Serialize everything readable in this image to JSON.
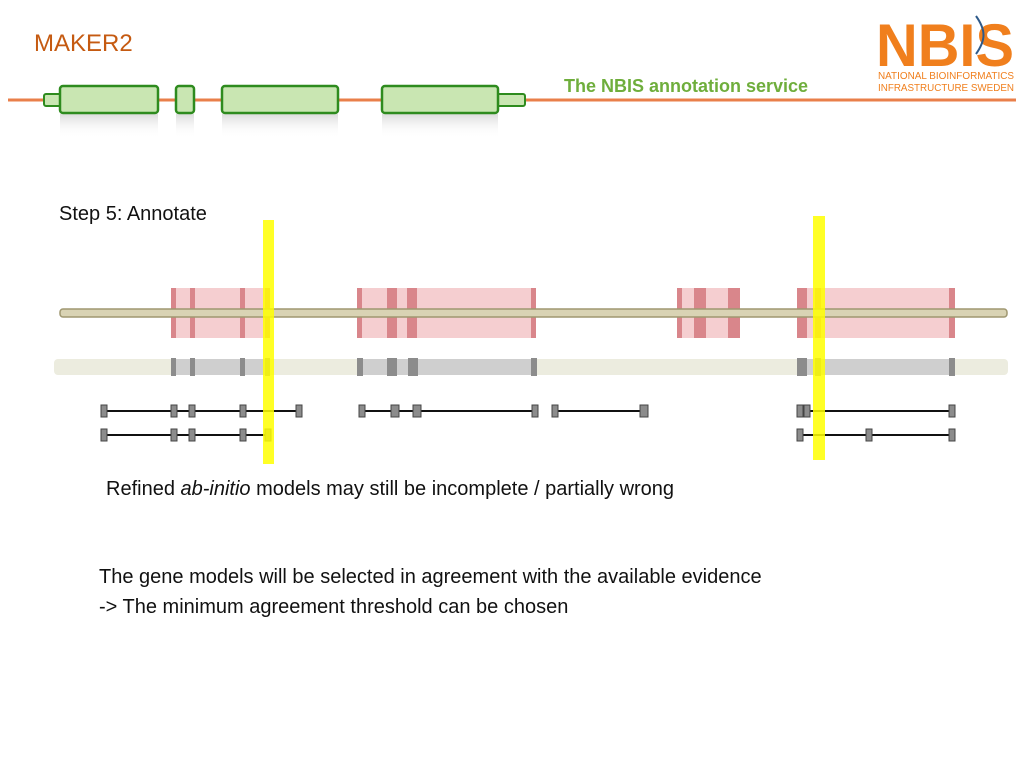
{
  "header": {
    "title": "MAKER2",
    "tagline": "The NBIS annotation service",
    "logo": {
      "wordmark": "NBIS",
      "line1": "NATIONAL BIOINFORMATICS",
      "line2": "INFRASTRUCTURE SWEDEN"
    }
  },
  "step_label": "Step 5: Annotate",
  "caption": {
    "prefix": "Refined ",
    "italic": "ab-initio",
    "suffix": " models may still be incomplete / partially wrong"
  },
  "description": {
    "line1": "The gene models will be selected in agreement with the available evidence",
    "line2": "-> The minimum agreement threshold can be chosen"
  },
  "colors": {
    "title": "#c55a11",
    "tagline": "#6fae3c",
    "exon_fill": "#c9e6b2",
    "exon_stroke": "#2e8b1e",
    "evidence_pink": "#f3c6c8",
    "evidence_mark": "#d9868b",
    "highlight": "#ffff00"
  }
}
